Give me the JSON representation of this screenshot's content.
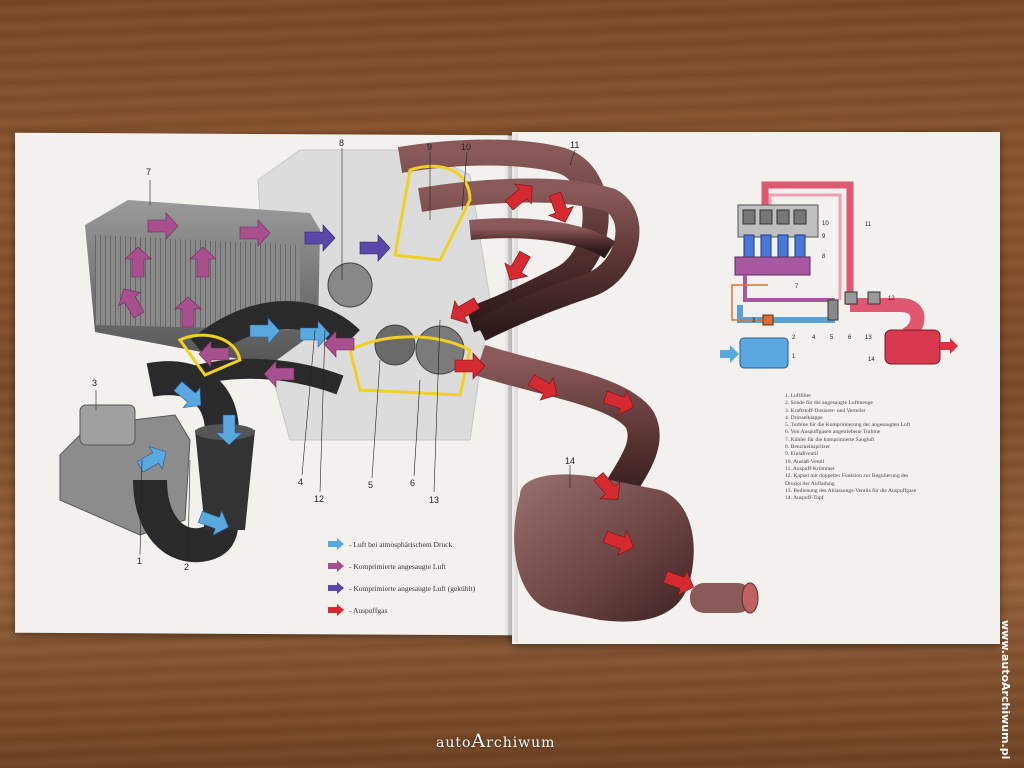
{
  "callouts": [
    "1",
    "2",
    "3",
    "4",
    "5",
    "6",
    "7",
    "8",
    "9",
    "10",
    "11",
    "12",
    "13",
    "14"
  ],
  "legend": [
    {
      "label": "- Luft bei atmosphärischem Druck",
      "color": "#5aa8e0"
    },
    {
      "label": "- Komprimierte angesaugte Luft",
      "color": "#a8508e"
    },
    {
      "label": "- Komprimierte angesaugte Luft (gekühlt)",
      "color": "#5a48a8"
    },
    {
      "label": "- Auspuffgas",
      "color": "#d42a30"
    }
  ],
  "key": [
    "1. Luftfilter",
    "2. Sonde für die angesaugte Luftmenge",
    "3. Kraftstoff-Dosierer- und Verteiler",
    "4. Drosselklappe",
    "5. Turbine für die Komprimierung der angesaugten Luft",
    "6. Von Auspuffgasen angetriebene Turbine",
    "7. Kühler für die komprimierte Saugluft",
    "8. Benzineinspritzer",
    "9. Einlaßventil",
    "10. Auslaß-Ventil",
    "11. Auspuff-Krümmer",
    "12. Kapsel mit doppelter Funktion zur Regulierung des Drucks der Aufladung",
    "13. Bedienung des Ablassungs-Ventils für die Auspuffgase",
    "14. Auspuff-Topf"
  ],
  "watermark": {
    "prefix": "auto",
    "initial": "A",
    "suffix": "rchiwum"
  },
  "side_url": "www.autoArchiwum.pl"
}
